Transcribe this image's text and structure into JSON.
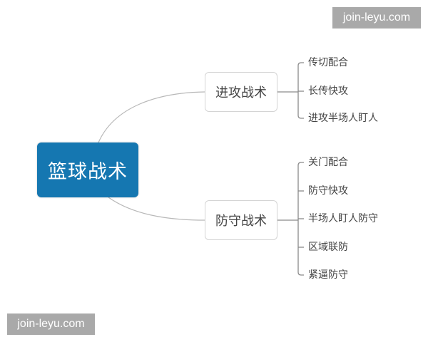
{
  "root": {
    "label": "篮球战术",
    "color": "#1577b1"
  },
  "branches": [
    {
      "label": "进攻战术",
      "leaves": [
        "传切配合",
        "长传快攻",
        "进攻半场人盯人"
      ]
    },
    {
      "label": "防守战术",
      "leaves": [
        "关门配合",
        "防守快攻",
        "半场人盯人防守",
        "区域联防",
        "紧逼防守"
      ]
    }
  ],
  "watermarks": {
    "top_right": "join-leyu.com",
    "bottom_left": "join-leyu.com"
  }
}
